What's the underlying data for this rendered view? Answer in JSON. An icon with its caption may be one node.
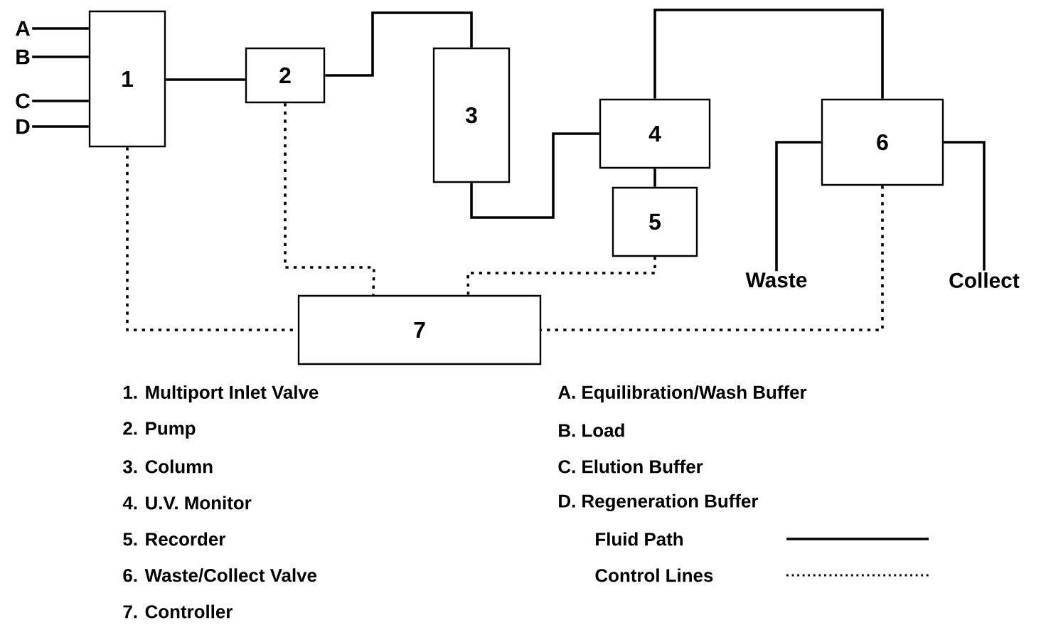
{
  "diagram": {
    "nodes": [
      {
        "text": [
          "1"
        ]
      },
      {
        "text": [
          "2"
        ]
      },
      {
        "text": [
          "3"
        ]
      },
      {
        "text": [
          "4"
        ]
      },
      {
        "text": [
          "5"
        ]
      },
      {
        "text": [
          "6"
        ]
      },
      {
        "text": [
          "7"
        ]
      },
      {
        "text": [
          "A"
        ]
      },
      {
        "text": [
          "B"
        ]
      },
      {
        "text": [
          "C"
        ]
      },
      {
        "text": [
          "D"
        ]
      },
      {
        "text": [
          "Waste"
        ]
      },
      {
        "text": [
          "Collect"
        ]
      }
    ],
    "edges": [
      {
        "from": 7,
        "to": 0,
        "arrow": "none"
      },
      {
        "from": 8,
        "to": 0,
        "arrow": "none"
      },
      {
        "from": 9,
        "to": 0,
        "arrow": "none"
      },
      {
        "from": 10,
        "to": 0,
        "arrow": "none"
      },
      {
        "from": 0,
        "to": 1,
        "arrow": "none"
      },
      {
        "from": 1,
        "to": 2,
        "arrow": "none"
      },
      {
        "from": 2,
        "to": 3,
        "arrow": "none"
      },
      {
        "from": 3,
        "to": 4,
        "arrow": "none"
      },
      {
        "from": 3,
        "to": 5,
        "arrow": "none"
      },
      {
        "from": 5,
        "to": 11,
        "arrow": "none"
      },
      {
        "from": 5,
        "to": 12,
        "arrow": "none"
      },
      {
        "from": 0,
        "to": 6,
        "arrow": "none",
        "style": "dashed"
      },
      {
        "from": 1,
        "to": 6,
        "arrow": "none",
        "style": "dashed"
      },
      {
        "from": 4,
        "to": 6,
        "arrow": "none",
        "style": "dashed"
      },
      {
        "from": 5,
        "to": 6,
        "arrow": "none",
        "style": "dashed"
      }
    ],
    "labels": [
      "1. Multiport Inlet Valve",
      "A. Equilibration/Wash Buffer",
      "2. Pump",
      "B. Load",
      "3. Column",
      "C. Elution Buffer",
      "4. U.V. Monitor",
      "D. Regeneration Buffer",
      "5. Recorder",
      "6. Waste/Collect Valve",
      "7. Controller"
    ],
    "legend": [
      {
        "text": "Fluid Path"
      },
      {
        "text": "Control Lines"
      }
    ]
  }
}
